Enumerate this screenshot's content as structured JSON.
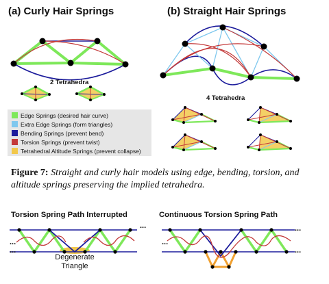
{
  "panel_a": {
    "title": "(a) Curly Hair Springs",
    "subtitle": "2 Tetrahedra"
  },
  "panel_b": {
    "title": "(b) Straight Hair Springs",
    "subtitle": "4 Tetrahedra"
  },
  "legend": {
    "items": [
      {
        "label": "Edge Springs (desired hair curve)",
        "color": "#7ee85a"
      },
      {
        "label": "Extra Edge Springs (form triangles)",
        "color": "#7fc8ee"
      },
      {
        "label": "Bending Springs (prevent bend)",
        "color": "#1c1c9c"
      },
      {
        "label": "Torsion Springs (prevent twist)",
        "color": "#c43a3a"
      },
      {
        "label": "Tetrahedral Altitude Springs (prevent collapse)",
        "color": "#f2c84b"
      }
    ]
  },
  "caption": {
    "label": "Figure 7:",
    "text": "Straight and curly hair models using edge, bending, torsion, and altitude springs preserving the implied tetrahedra."
  },
  "bottom_left": {
    "title": "Torsion Spring Path Interrupted",
    "note_line1": "Degenerate",
    "note_line2": "Triangle"
  },
  "bottom_right": {
    "title": "Continuous Torsion Spring Path"
  },
  "ellipsis": "..."
}
